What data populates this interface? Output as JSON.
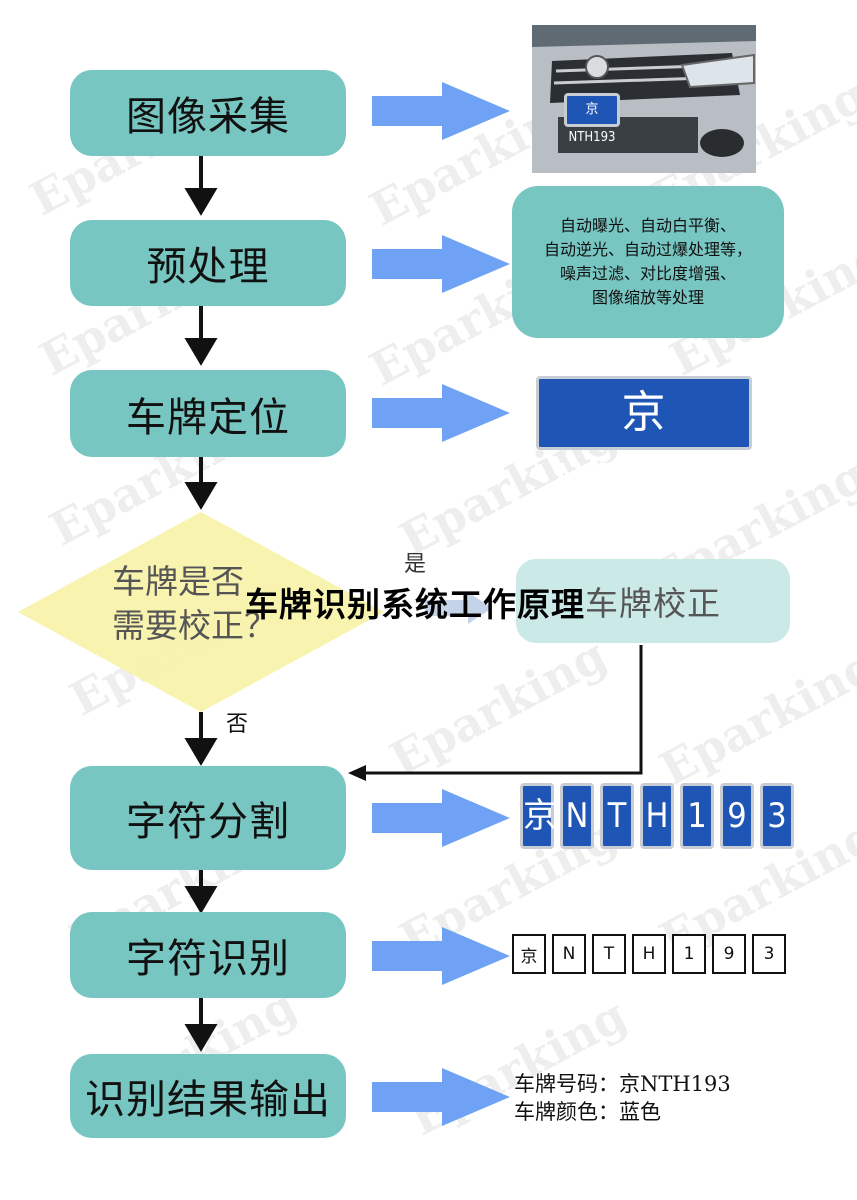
{
  "steps": {
    "capture": "图像采集",
    "preprocess": "预处理",
    "locate": "车牌定位",
    "decision": [
      "车牌是否",
      "需要校正？"
    ],
    "correct": "车牌校正",
    "segment": "字符分割",
    "recognize": "字符识别",
    "output": "识别结果输出"
  },
  "labels": {
    "yes": "是",
    "no": "否"
  },
  "preprocess_details": [
    "自动曝光、自动白平衡、",
    "自动逆光、自动过爆处理等，",
    "噪声过滤、对比度增强、",
    "图像缩放等处理"
  ],
  "plate_text": {
    "prefix": "京N",
    "dot": "·",
    "suffix": "TH193"
  },
  "segmented_chars": [
    "京",
    "N",
    "T",
    "H",
    "1",
    "9",
    "3"
  ],
  "recognized_chars": [
    "京",
    "N",
    "T",
    "H",
    "1",
    "9",
    "3"
  ],
  "result": {
    "number_line": "车牌号码：京NTH193",
    "color_line": "车牌颜色：蓝色"
  },
  "overlay_title": "车牌识别系统工作原理",
  "watermark": "Eparking",
  "colors": {
    "box": "#78c6c2",
    "arrow": "#6fa2f4",
    "diamond": "#f7f3a6",
    "plate": "#1f56b5"
  }
}
